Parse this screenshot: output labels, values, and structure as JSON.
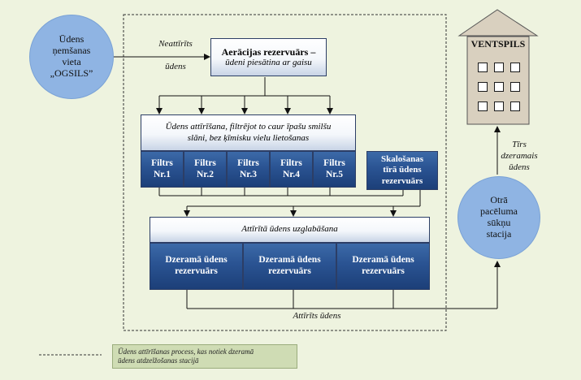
{
  "source": {
    "line1": "Ūdens",
    "line2": "ņemšanas",
    "line3": "vieta",
    "line4": "„OGSILS”"
  },
  "raw_water_label": {
    "line1": "Neattīrīts",
    "line2": "ūdens"
  },
  "aeration": {
    "title": "Aerācijas rezervuārs –",
    "subtitle": "ūdeni piesātina ar gaisu"
  },
  "filtration": {
    "line1": "Ūdens attīrīšana, filtrējot to caur īpašu smilšu",
    "line2": "slāni, bez ķīmisku vielu lietošanas"
  },
  "filters": [
    {
      "line1": "Filtrs",
      "line2": "Nr.1"
    },
    {
      "line1": "Filtrs",
      "line2": "Nr.2"
    },
    {
      "line1": "Filtrs",
      "line2": "Nr.3"
    },
    {
      "line1": "Filtrs",
      "line2": "Nr.4"
    },
    {
      "line1": "Filtrs",
      "line2": "Nr.5"
    }
  ],
  "rinse": {
    "line1": "Skalošanas",
    "line2": "tīrā ūdens",
    "line3": "rezervuārs"
  },
  "storage": {
    "title": "Attīrītā ūdens uzglabāšana"
  },
  "reservoirs": [
    {
      "line1": "Dzeramā ūdens",
      "line2": "rezervuārs"
    },
    {
      "line1": "Dzeramā ūdens",
      "line2": "rezervuārs"
    },
    {
      "line1": "Dzeramā ūdens",
      "line2": "rezervuārs"
    }
  ],
  "clean_water_label": "Attīrīts ūdens",
  "pump": {
    "line1": "Otrā",
    "line2": "pacēluma",
    "line3": "sūkņu",
    "line4": "stacija"
  },
  "drinking_label": {
    "line1": "Tīrs",
    "line2": "dzeramais",
    "line3": "ūdens"
  },
  "city": {
    "name": "VENTSPILS"
  },
  "legend": {
    "line1": "Ūdens attīrīšanas process, kas notiek dzeramā",
    "line2": "ūdens atdzelžošanas stacijā"
  },
  "colors": {
    "background": "#eef3df",
    "circle_fill": "#8fb4e3",
    "blue_box": "#2a5392",
    "building": "#d9d0bf",
    "legend_fill": "#cfdcb4"
  }
}
